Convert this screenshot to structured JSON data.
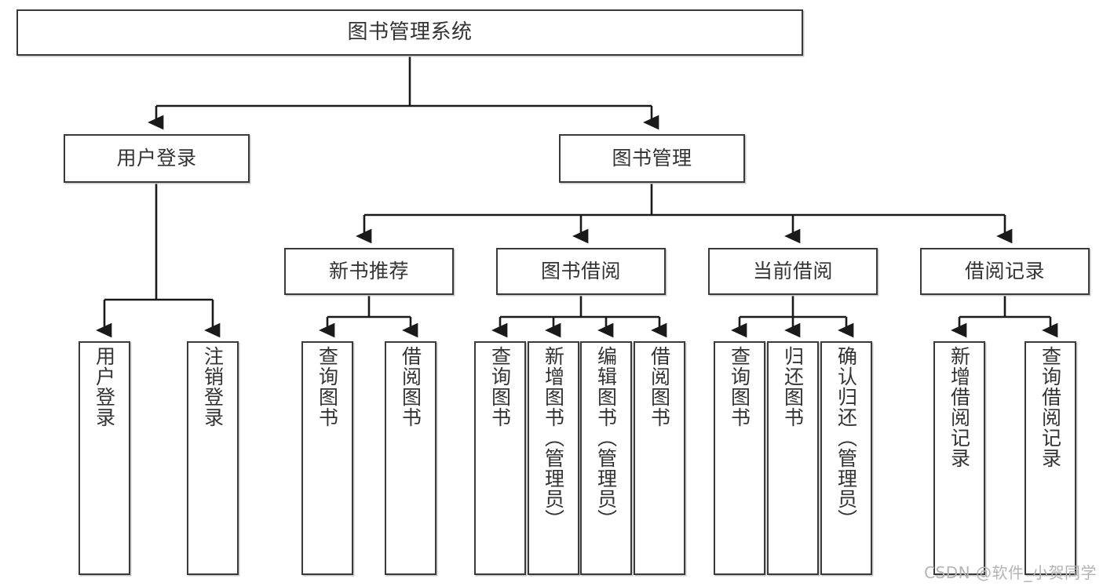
{
  "diagram": {
    "type": "tree",
    "title": "图书管理系统",
    "watermark": "CSDN @软件_小贺同学",
    "colors": {
      "box_border": "#3a3a3a",
      "box_fill": "#ffffff",
      "edge": "#1a1a1a",
      "text": "#333333",
      "watermark": "#b4b4b4",
      "background": "#ffffff"
    },
    "nodes": {
      "root": {
        "label": "图书管理系统"
      },
      "level2": [
        {
          "label": "用户登录"
        },
        {
          "label": "图书管理"
        }
      ],
      "level3": [
        {
          "label": "新书推荐"
        },
        {
          "label": "图书借阅"
        },
        {
          "label": "当前借阅"
        },
        {
          "label": "借阅记录"
        }
      ],
      "leaves": {
        "user_login": [
          {
            "label": "用户登录"
          },
          {
            "label": "注销登录"
          }
        ],
        "new_book_recommend": [
          {
            "label": "查询图书"
          },
          {
            "label": "借阅图书"
          }
        ],
        "book_borrow": [
          {
            "label": "查询图书"
          },
          {
            "label": "新增图书（管理员）"
          },
          {
            "label": "编辑图书（管理员）"
          },
          {
            "label": "借阅图书"
          }
        ],
        "current_borrow": [
          {
            "label": "查询图书"
          },
          {
            "label": "归还图书"
          },
          {
            "label": "确认归还（管理员）"
          }
        ],
        "borrow_record": [
          {
            "label": "新增借阅记录"
          },
          {
            "label": "查询借阅记录"
          }
        ]
      }
    }
  }
}
